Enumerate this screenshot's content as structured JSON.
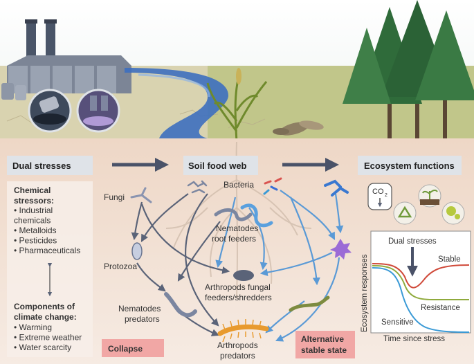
{
  "headers": {
    "dual_stresses": "Dual stresses",
    "soil_food_web": "Soil food web",
    "ecosystem_functions": "Ecosystem functions"
  },
  "stressors": {
    "chemical_title_line1": "Chemical",
    "chemical_title_line2": "stressors:",
    "chemical_items": [
      [
        "Industrial",
        "chemicals"
      ],
      [
        "Metalloids"
      ],
      [
        "Pesticides"
      ],
      [
        "Pharmaceuticals"
      ]
    ],
    "climate_title_line1": "Components of",
    "climate_title_line2": "climate change:",
    "climate_items": [
      "Warming",
      "Extreme weather",
      "Water scarcity"
    ]
  },
  "food_web": {
    "fungi": "Fungi",
    "bacteria": "Bacteria",
    "nematodes_root_line1": "Nematodes",
    "nematodes_root_line2": "root feeders",
    "protozoa": "Protozoa",
    "arthropods_fungal_line1": "Arthropods fungal",
    "arthropods_fungal_line2": "feeders/shredders",
    "nematodes_pred_line1": "Nematodes",
    "nematodes_pred_line2": "predators",
    "arthropods_pred_line1": "Arthropods",
    "arthropods_pred_line2": "predators"
  },
  "badges": {
    "collapse": "Collapse",
    "alternative_line1": "Alternative",
    "alternative_line2": "stable state"
  },
  "ecosystem": {
    "co2": "CO",
    "co2_sub": "2"
  },
  "response_chart": {
    "ylabel": "Ecosystem responses",
    "xlabel": "Time since stress",
    "dual_label": "Dual stresses",
    "stable": "Stable",
    "resistance": "Resistance",
    "sensitive": "Sensitive"
  },
  "colors": {
    "soil": "#f3e6dc",
    "header_box": "#dfe3e8",
    "collapse_badge": "#f1a7a5",
    "alt_badge": "#f1a7a5",
    "grey_arrow": "#5a6378",
    "blue_arrow": "#5a9ad6",
    "stable_curve": "#d04a3a",
    "resistance_curve": "#8faa3c",
    "sensitive_curve": "#3a9ad6"
  }
}
